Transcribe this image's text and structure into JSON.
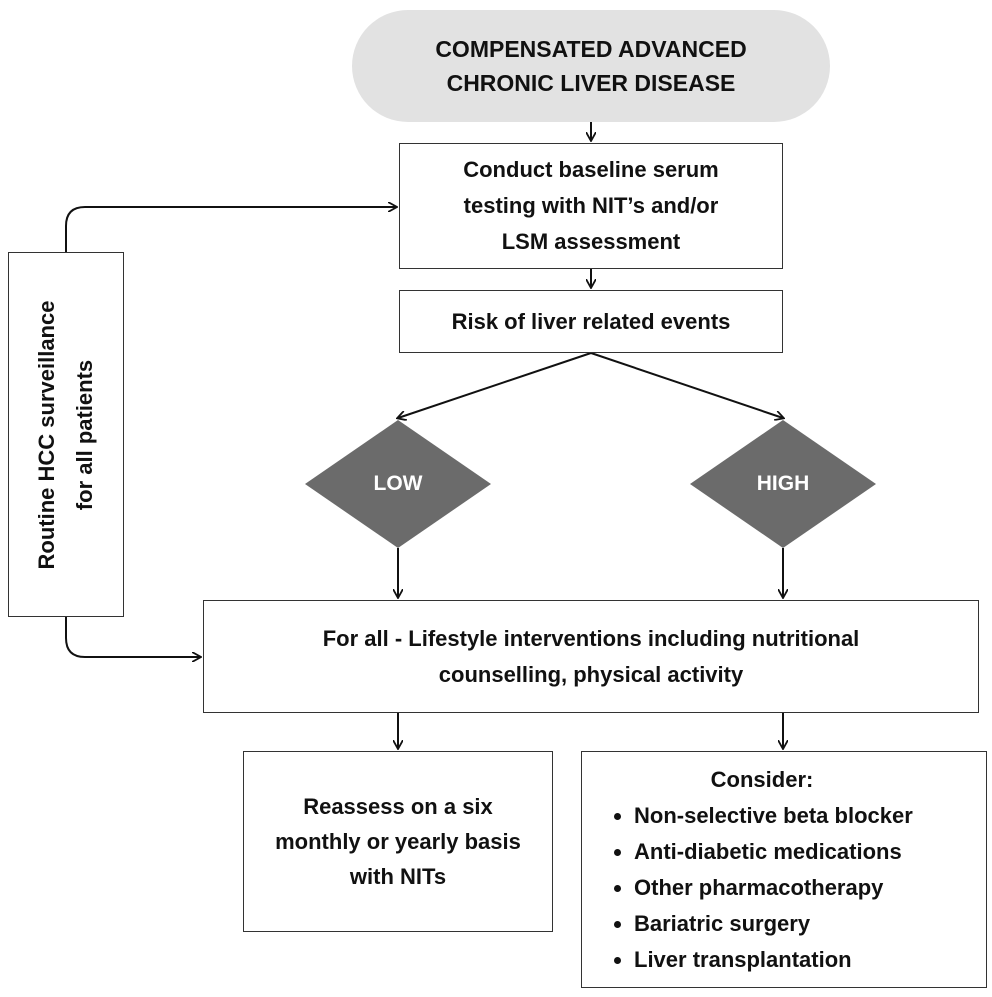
{
  "start": {
    "line1": "COMPENSATED ADVANCED",
    "line2": "CHRONIC LIVER DISEASE"
  },
  "baseline": {
    "line1": "Conduct baseline serum",
    "line2": "testing with NIT’s and/or",
    "line3": "LSM assessment"
  },
  "risk": {
    "label": "Risk of liver related events"
  },
  "low": {
    "label": "LOW"
  },
  "high": {
    "label": "HIGH"
  },
  "side": {
    "line1": "Routine HCC surveillance",
    "line2": "for all patients"
  },
  "lifestyle": {
    "line1": "For all - Lifestyle interventions including nutritional",
    "line2": "counselling, physical activity"
  },
  "reassess": {
    "line1": "Reassess on a six",
    "line2": "monthly or yearly basis",
    "line3": "with NITs"
  },
  "consider": {
    "title": "Consider:",
    "items": [
      "Non-selective beta blocker",
      "Anti-diabetic medications",
      "Other pharmacotherapy",
      "Bariatric surgery",
      "Liver transplantation"
    ]
  },
  "colors": {
    "start_fill": "#e2e2e2",
    "diamond_fill": "#6b6b6b",
    "stroke": "#111111"
  }
}
